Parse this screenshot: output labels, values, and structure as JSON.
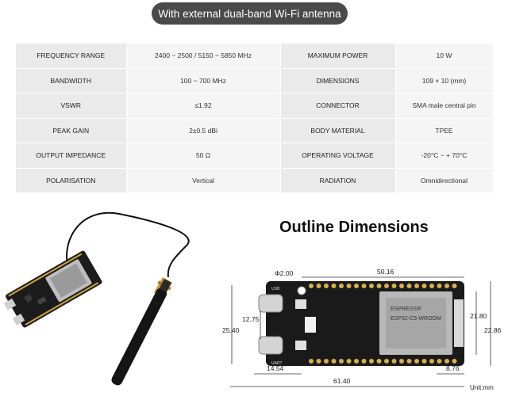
{
  "banner": "With external dual-band Wi-Fi antenna",
  "specs": [
    {
      "label": "FREQUENCY RANGE",
      "value": "2400 ~ 2500 / 5150 ~ 5850 MHz",
      "label2": "MAXIMUM POWER",
      "value2": "10 W"
    },
    {
      "label": "BANDWIDTH",
      "value": "100 ~ 700 MHz",
      "label2": "DIMENSIONS",
      "value2": "109 × 10 (mm)"
    },
    {
      "label": "VSWR",
      "value": "≤1.92",
      "label2": "CONNECTOR",
      "value2": "SMA male central pin"
    },
    {
      "label": "PEAK GAIN",
      "value": "2±0.5 dBi",
      "label2": "BODY MATERIAL",
      "value2": "TPEE"
    },
    {
      "label": "OUTPUT IMPEDANCE",
      "value": "50 Ω",
      "label2": "OPERATING VOLTAGE",
      "value2": "-20°C ~ + 70°C"
    },
    {
      "label": "POLARISATION",
      "value": "Vertical",
      "label2": "RADIATION",
      "value2": "Omnidirectional"
    }
  ],
  "outline": {
    "title": "Outline Dimensions",
    "unit": "Unit:mm",
    "dims": {
      "hole": "Φ2.00",
      "pin_span": "50.16",
      "height_outer": "25.40",
      "usb_spacing": "12.75",
      "inner_height": "21.80",
      "total_height": "22.86",
      "left_offset": "14.54",
      "right_offset": "8.76",
      "total_length": "61.40"
    },
    "board_labels": {
      "usb_top": "USB",
      "usb_bottom": "UART",
      "module_brand": "ESPRESSIF",
      "module_name": "ESP32-C5-WROOM"
    }
  },
  "images": {
    "photo": "board-with-antenna-photo"
  }
}
